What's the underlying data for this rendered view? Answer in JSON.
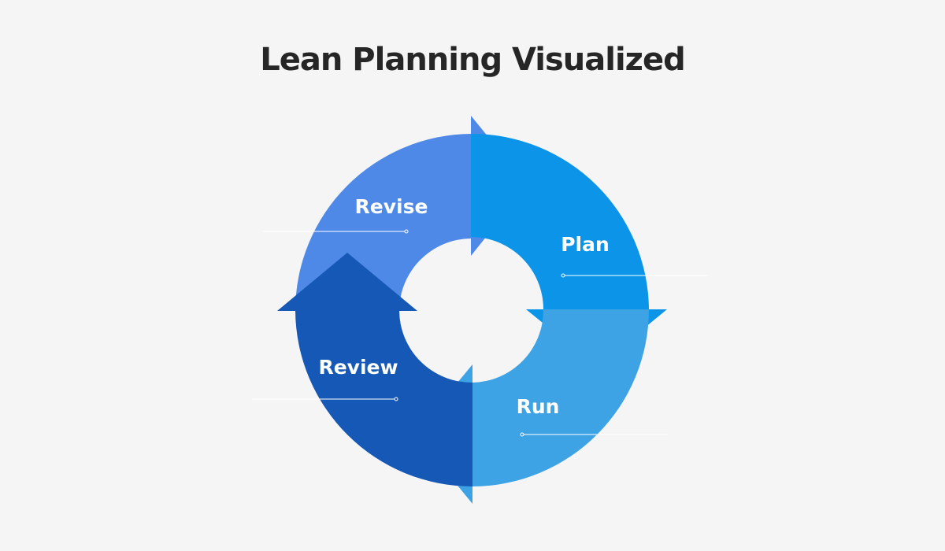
{
  "title": "Lean Planning Visualized",
  "colors": {
    "background": "#f5f5f5",
    "title": "#262626",
    "revise": "#4f89e8",
    "plan": "#0b94e8",
    "run": "#3ea3e4",
    "review": "#1558b6",
    "label": "#ffffff"
  },
  "steps": [
    {
      "id": "revise",
      "label": "Revise"
    },
    {
      "id": "plan",
      "label": "Plan"
    },
    {
      "id": "run",
      "label": "Run"
    },
    {
      "id": "review",
      "label": "Review"
    }
  ]
}
